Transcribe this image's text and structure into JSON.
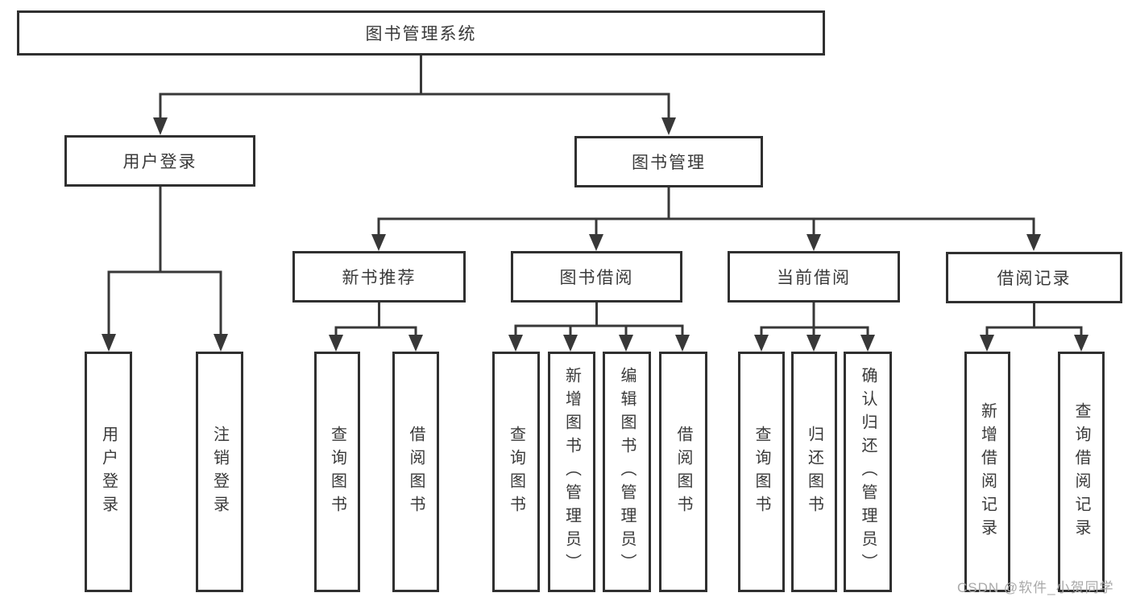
{
  "tree": {
    "root": {
      "label": "图书管理系统"
    },
    "branches": [
      {
        "label": "用户登录",
        "children": [
          {
            "label": "用户登录"
          },
          {
            "label": "注销登录"
          }
        ]
      },
      {
        "label": "图书管理",
        "children": [
          {
            "label": "新书推荐",
            "children": [
              {
                "label": "查询图书"
              },
              {
                "label": "借阅图书"
              }
            ]
          },
          {
            "label": "图书借阅",
            "children": [
              {
                "label": "查询图书"
              },
              {
                "label": "新增图书（管理员）"
              },
              {
                "label": "编辑图书（管理员）"
              },
              {
                "label": "借阅图书"
              }
            ]
          },
          {
            "label": "当前借阅",
            "children": [
              {
                "label": "查询图书"
              },
              {
                "label": "归还图书"
              },
              {
                "label": "确认归还（管理员）"
              }
            ]
          },
          {
            "label": "借阅记录",
            "children": [
              {
                "label": "新增借阅记录"
              },
              {
                "label": "查询借阅记录"
              }
            ]
          }
        ]
      }
    ]
  },
  "watermark": "CSDN @软件_小贺同学",
  "colors": {
    "line": "#383838",
    "box_border": "#303030",
    "text": "#3a3a3a",
    "watermark": "#a9a9a9",
    "background": "#ffffff"
  }
}
